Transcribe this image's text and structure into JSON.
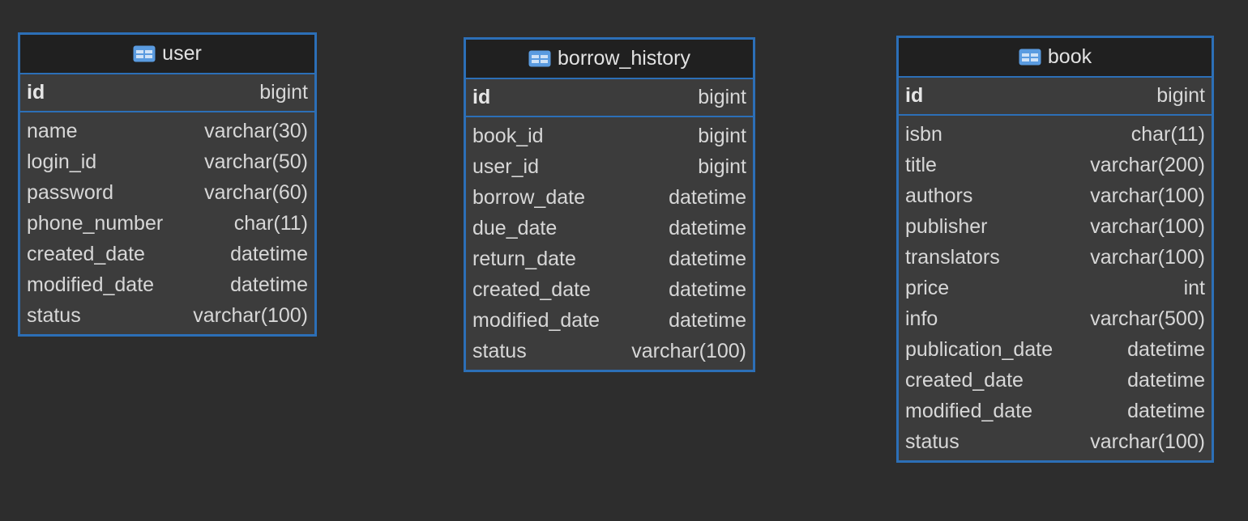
{
  "tables": [
    {
      "id": "user",
      "name": "user",
      "icon": "table-icon",
      "primary_key": {
        "name": "id",
        "type": "bigint"
      },
      "columns": [
        {
          "name": "name",
          "type": "varchar(30)"
        },
        {
          "name": "login_id",
          "type": "varchar(50)"
        },
        {
          "name": "password",
          "type": "varchar(60)"
        },
        {
          "name": "phone_number",
          "type": "char(11)"
        },
        {
          "name": "created_date",
          "type": "datetime"
        },
        {
          "name": "modified_date",
          "type": "datetime"
        },
        {
          "name": "status",
          "type": "varchar(100)"
        }
      ]
    },
    {
      "id": "borrow_history",
      "name": "borrow_history",
      "icon": "table-icon",
      "primary_key": {
        "name": "id",
        "type": "bigint"
      },
      "columns": [
        {
          "name": "book_id",
          "type": "bigint"
        },
        {
          "name": "user_id",
          "type": "bigint"
        },
        {
          "name": "borrow_date",
          "type": "datetime"
        },
        {
          "name": "due_date",
          "type": "datetime"
        },
        {
          "name": "return_date",
          "type": "datetime"
        },
        {
          "name": "created_date",
          "type": "datetime"
        },
        {
          "name": "modified_date",
          "type": "datetime"
        },
        {
          "name": "status",
          "type": "varchar(100)"
        }
      ]
    },
    {
      "id": "book",
      "name": "book",
      "icon": "table-icon",
      "primary_key": {
        "name": "id",
        "type": "bigint"
      },
      "columns": [
        {
          "name": "isbn",
          "type": "char(11)"
        },
        {
          "name": "title",
          "type": "varchar(200)"
        },
        {
          "name": "authors",
          "type": "varchar(100)"
        },
        {
          "name": "publisher",
          "type": "varchar(100)"
        },
        {
          "name": "translators",
          "type": "varchar(100)"
        },
        {
          "name": "price",
          "type": "int"
        },
        {
          "name": "info",
          "type": "varchar(500)"
        },
        {
          "name": "publication_date",
          "type": "datetime"
        },
        {
          "name": "created_date",
          "type": "datetime"
        },
        {
          "name": "modified_date",
          "type": "datetime"
        },
        {
          "name": "status",
          "type": "varchar(100)"
        }
      ]
    }
  ],
  "colors": {
    "background": "#2d2d2d",
    "border": "#2c6fb7",
    "header_bg": "#202020",
    "body_bg": "#3c3c3c",
    "icon": "#5a9be0"
  }
}
